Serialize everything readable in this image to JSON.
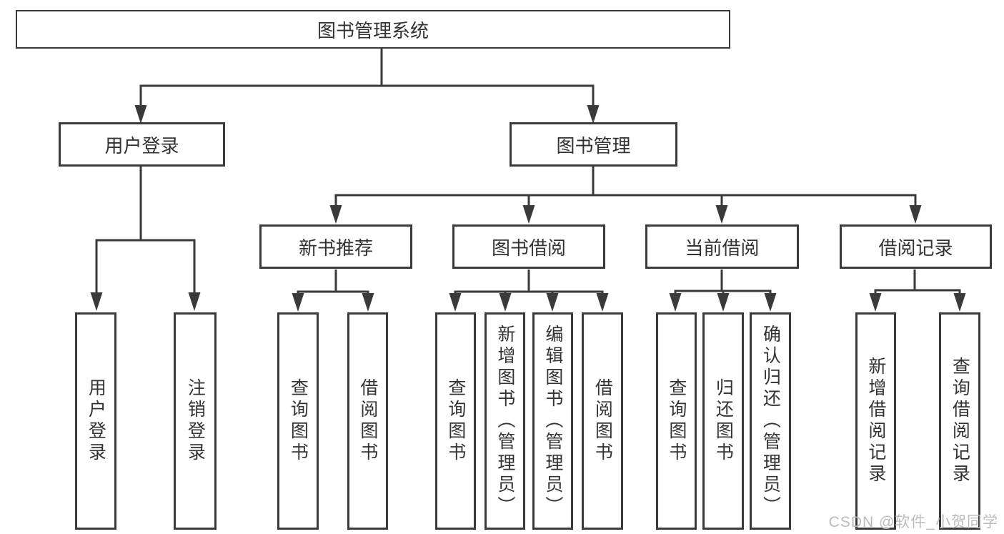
{
  "colors": {
    "line": "#3a3a3a",
    "box_border": "#3a3a3a",
    "text": "#333333",
    "watermark": "#bcbcbc",
    "background": "#ffffff"
  },
  "watermark": {
    "text": "CSDN @软件_小贺同学"
  },
  "nodes": {
    "root": "图书管理系统",
    "user_login": "用户登录",
    "book_management": "图书管理",
    "new_book_recommend": "新书推荐",
    "book_borrow": "图书借阅",
    "current_borrow": "当前借阅",
    "borrow_record": "借阅记录",
    "leaf_user_login": "用户登录",
    "leaf_logout": "注销登录",
    "leaf_query_book_1": "查询图书",
    "leaf_borrow_book_1": "借阅图书",
    "leaf_query_book_2": "查询图书",
    "leaf_add_book": "新增图书（管理员）",
    "leaf_edit_book": "编辑图书（管理员）",
    "leaf_borrow_book_2": "借阅图书",
    "leaf_query_book_3": "查询图书",
    "leaf_return_book": "归还图书",
    "leaf_confirm_return": "确认归还（管理员）",
    "leaf_add_record": "新增借阅记录",
    "leaf_query_record": "查询借阅记录"
  }
}
